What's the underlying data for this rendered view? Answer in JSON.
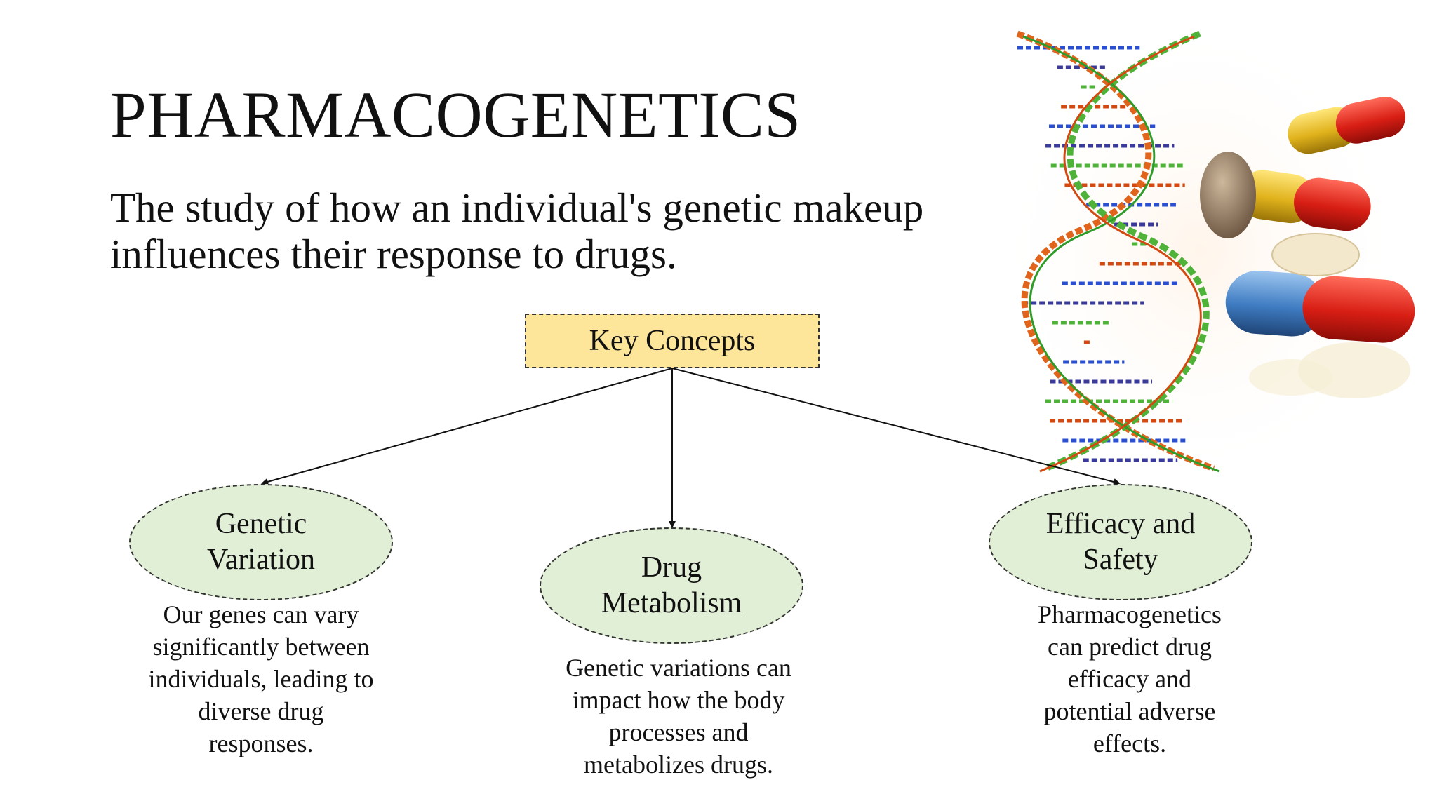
{
  "title": "PHARMACOGENETICS",
  "subtitle": {
    "line1": "The study of how an individual's genetic makeup",
    "line2": "influences their response to drugs."
  },
  "root": {
    "label": "Key Concepts"
  },
  "concepts": [
    {
      "name_lines": [
        "Genetic",
        "Variation"
      ],
      "desc_lines": [
        "Our genes can vary",
        "significantly between",
        "individuals, leading to",
        "diverse drug",
        "responses."
      ]
    },
    {
      "name_lines": [
        "Drug",
        "Metabolism"
      ],
      "desc_lines": [
        "Genetic variations can",
        "impact how the body",
        "processes and",
        "metabolizes drugs."
      ]
    },
    {
      "name_lines": [
        "Efficacy and",
        "Safety"
      ],
      "desc_lines": [
        "Pharmacogenetics",
        "can predict drug",
        "efficacy and",
        "potential adverse",
        "effects."
      ]
    }
  ],
  "colors": {
    "root_fill": "#fde69a",
    "concept_fill": "#e2efd7",
    "connector": "#111111"
  },
  "illustration": {
    "icons": [
      "dna-helix-icon",
      "capsule-icon",
      "tablet-icon"
    ]
  }
}
